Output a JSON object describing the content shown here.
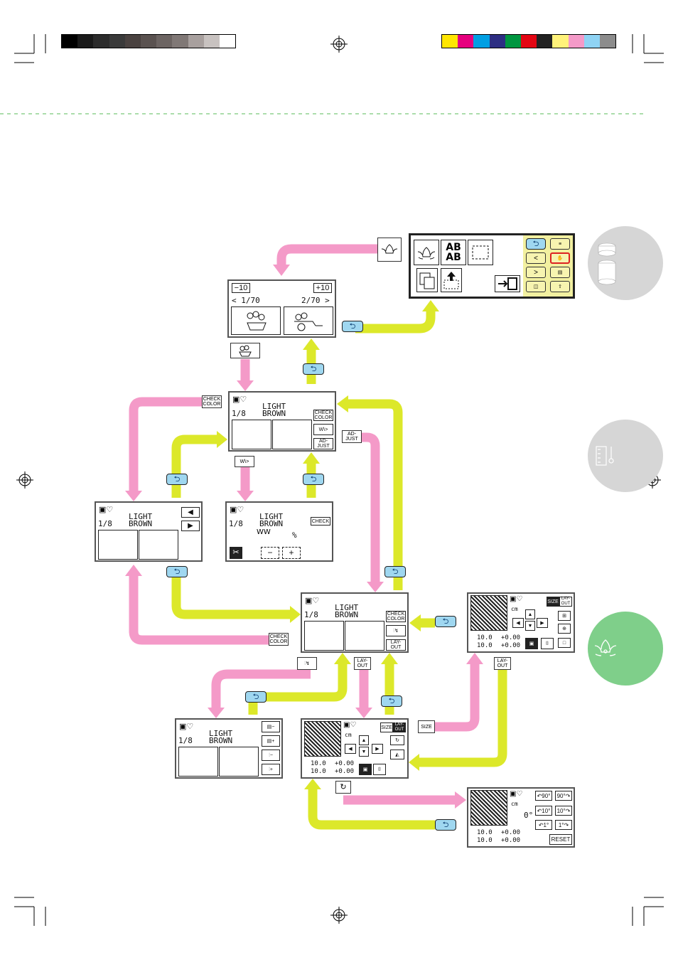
{
  "colors": {
    "pink": "#f49ac8",
    "lime": "#dce82a",
    "back_key_blue": "#9fd7f0",
    "lcd_yellow": "#f2f0a0",
    "circle_gray": "#d6d6d6",
    "circle_green": "#7fcf8a",
    "guide_green": "#8fd28f",
    "grays": [
      "#000000",
      "#1a1a1a",
      "#2c2c2c",
      "#3a3a3a",
      "#4a4240",
      "#5a5250",
      "#6c6462",
      "#807876",
      "#a8a09e",
      "#c8c2c0",
      "#ffffff"
    ],
    "process": [
      "#ffe600",
      "#e6007e",
      "#009fe3",
      "#2d2e83",
      "#009640",
      "#e30613",
      "#222222",
      "#fff27a",
      "#f49ac8",
      "#8fd3f4",
      "#8c8c8c"
    ]
  },
  "page_hint": {
    "main_screen": {
      "keys_left": [
        "AB\nAB"
      ],
      "icons": [
        "embroidery-flower-icon",
        "frame-pattern-icon",
        "memory-icon",
        "pocket-icon",
        "exit-icon"
      ]
    },
    "pattern_select": {
      "minus10": "−10",
      "plus10": "+10",
      "page_left": "< 1/70",
      "page_right": "2/70 >"
    },
    "edit_screen": {
      "count": "1/8",
      "color_line1": "LIGHT",
      "color_line2": "BROWN",
      "check_color": "CHECK\nCOLOR",
      "adjust": "AD-\nJUST",
      "layout": "LAY-\nOUT",
      "size": "SIZE",
      "check_label": "CHECK"
    },
    "density_screen": {
      "percent": "%",
      "minus": "−",
      "plus": "+"
    },
    "layout_screen": {
      "unit": "cm",
      "h_size": "10.0",
      "w_size": "10.0",
      "v_offset": "+0.00",
      "h_offset": "+0.00"
    },
    "rotate_screen": {
      "angle": "0°",
      "r90l": "90°",
      "r90r": "90°",
      "r10l": "10°",
      "r10r": "10°",
      "r1l": "1°",
      "r1r": "1°",
      "reset": "RESET"
    },
    "touch_keys": {
      "check_color": "CHECK\nCOLOR",
      "adjust": "AD-\nJUST",
      "layout": "LAY-\nOUT",
      "size": "SIZE"
    },
    "back_symbol": "⮌"
  }
}
